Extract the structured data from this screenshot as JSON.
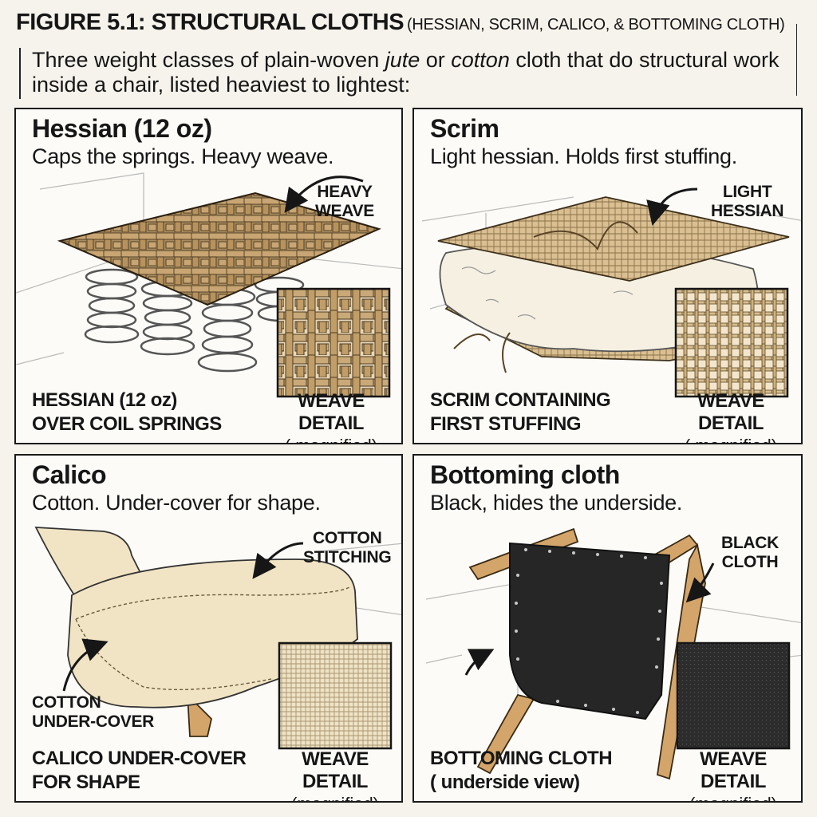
{
  "figure": {
    "title": "FIGURE 5.1: STRUCTURAL CLOTHS",
    "subtitle": "(HESSIAN, SCRIM, CALICO, & BOTTOMING CLOTH)",
    "intro_before": "Three weight classes of plain-woven ",
    "intro_jute": "jute",
    "intro_or": " or ",
    "intro_cotton": "cotton",
    "intro_after": " cloth that do structural work inside a chair, listed heaviest to lightest:"
  },
  "panels": [
    {
      "title": "Hessian (12 oz)",
      "description": "Caps the springs. Heavy weave.",
      "callout_1": "HEAVY",
      "callout_2": "WEAVE",
      "caption_1": "HESSIAN (12 oz)",
      "caption_2": "OVER COIL SPRINGS",
      "weave_1": "WEAVE DETAIL",
      "weave_2": "( magnified)"
    },
    {
      "title": "Scrim",
      "description": "Light hessian. Holds first stuffing.",
      "callout_1": "LIGHT",
      "callout_2": "HESSIAN",
      "caption_1": "SCRIM CONTAINING",
      "caption_2": "FIRST STUFFING",
      "weave_1": "WEAVE DETAIL",
      "weave_2": "( magnified)"
    },
    {
      "title": "Calico",
      "description": "Cotton. Under-cover for shape.",
      "callout_1": "COTTON",
      "callout_2": "STITCHING",
      "callout_3": "COTTON",
      "callout_4": "UNDER-COVER",
      "caption_1": "CALICO UNDER-COVER",
      "caption_2": "FOR SHAPE",
      "weave_1": "WEAVE DETAIL",
      "weave_2": "(magnified)"
    },
    {
      "title": "Bottoming cloth",
      "description": "Black, hides the underside.",
      "callout_1": "BLACK",
      "callout_2": "CLOTH",
      "caption_1": "BOTTOMING CLOTH",
      "caption_2": "( underside view)",
      "weave_1": "WEAVE DETAIL",
      "weave_2": "(magnified)"
    }
  ],
  "colors": {
    "hessian": "#c9a978",
    "scrim": "#dcc49b",
    "calico": "#f1e4c4",
    "bottoming": "#262626",
    "wood": "#d4a56a",
    "ink": "#161616"
  }
}
